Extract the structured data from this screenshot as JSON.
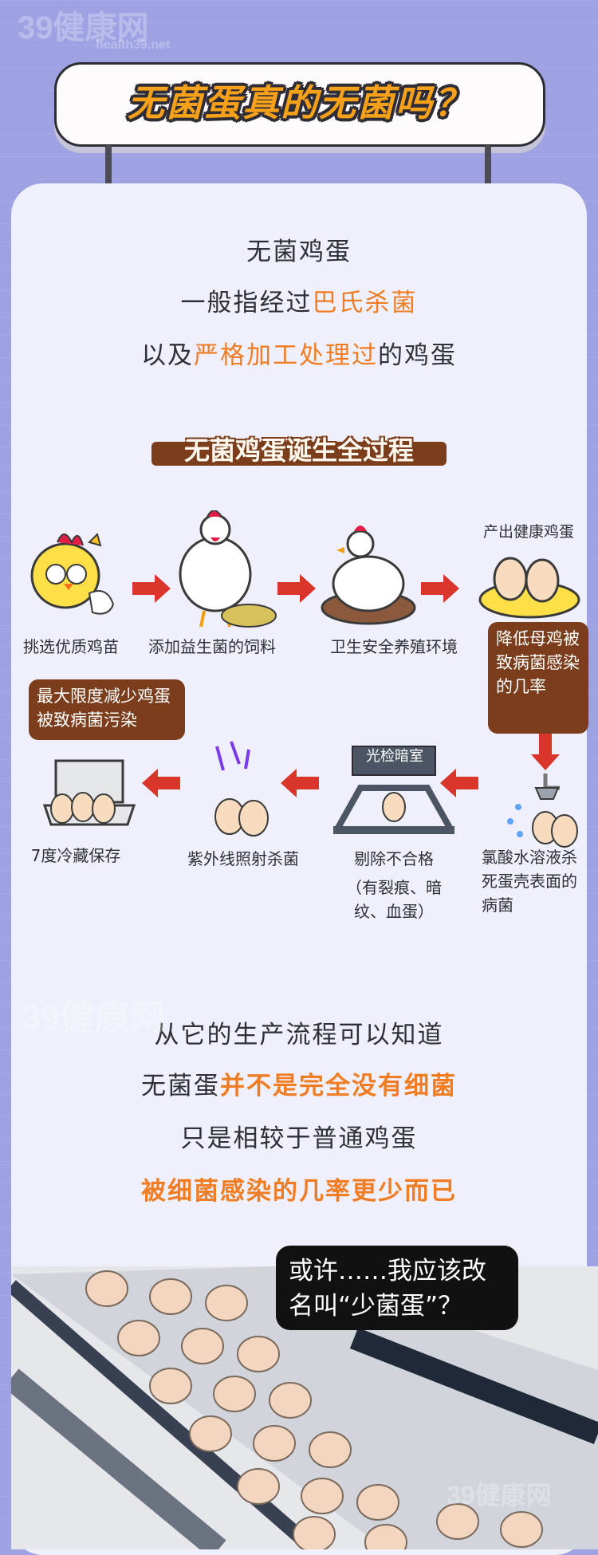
{
  "brand": {
    "watermark": "39健康网",
    "watermark_sub": "health39.net"
  },
  "header": {
    "title": "无菌蛋真的无菌吗？"
  },
  "intro": {
    "line1": "无菌鸡蛋",
    "line2_prefix": "一般指经过",
    "line2_highlight": "巴氏杀菌",
    "line3_prefix": "以及",
    "line3_highlight": "严格加工处理过",
    "line3_suffix": "的鸡蛋"
  },
  "process": {
    "ribbon_title": "无菌鸡蛋诞生全过程",
    "steps": [
      {
        "label": "挑选优质鸡苗"
      },
      {
        "label": "添加益生菌的饲料"
      },
      {
        "label": "卫生安全养殖环境"
      },
      {
        "label": "产出健康鸡蛋"
      },
      {
        "label": "降低母鸡被致病菌感染的几率"
      },
      {
        "label": "氯酸水溶液杀死蛋壳表面的病菌"
      },
      {
        "label": "剔除不合格",
        "note": "（有裂痕、暗纹、血蛋）",
        "machine_label": "光检暗室"
      },
      {
        "label": "紫外线照射杀菌"
      },
      {
        "label": "7度冷藏保存"
      },
      {
        "label": "最大限度减少鸡蛋被致病菌污染"
      }
    ]
  },
  "conclusion": {
    "line1": "从它的生产流程可以知道",
    "line2_prefix": "无菌蛋",
    "line2_highlight": "并不是完全没有细菌",
    "line3": "只是相较于普通鸡蛋",
    "line4": "被细菌感染的几率更少而已"
  },
  "bubble": {
    "line1": "或许……我应该改",
    "line2": "名叫“少菌蛋”？"
  },
  "colors": {
    "background": "#9ea2e3",
    "card": "#eff0fb",
    "accent_orange": "#f07d23",
    "brown": "#7b3d1b",
    "arrow_red": "#d9352b"
  }
}
